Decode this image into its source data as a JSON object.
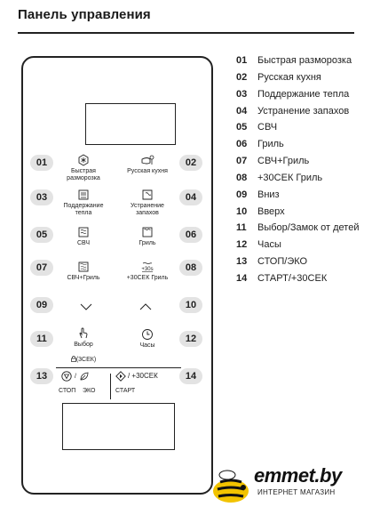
{
  "title": "Панель управления",
  "panel": {
    "buttons": [
      {
        "num": "01",
        "label": "Быстрая\nразморозка",
        "icon": "quick-defrost-icon"
      },
      {
        "num": "02",
        "label": "Русская кухня",
        "icon": "russian-cuisine-icon"
      },
      {
        "num": "03",
        "label": "Поддержание\nтепла",
        "icon": "keep-warm-icon"
      },
      {
        "num": "04",
        "label": "Устранение\nзапахов",
        "icon": "deodorize-icon"
      },
      {
        "num": "05",
        "label": "СВЧ",
        "icon": "microwave-icon"
      },
      {
        "num": "06",
        "label": "Гриль",
        "icon": "grill-icon"
      },
      {
        "num": "07",
        "label": "СВЧ+Гриль",
        "icon": "microwave-grill-icon"
      },
      {
        "num": "08",
        "label": "+30СЕК Гриль",
        "icon": "plus30-grill-icon"
      },
      {
        "num": "09",
        "label": "",
        "icon": "chevron-down-icon"
      },
      {
        "num": "10",
        "label": "",
        "icon": "chevron-up-icon"
      },
      {
        "num": "11",
        "label": "Выбор",
        "sublabel": "(3СЕК)",
        "icon": "dial-select-icon"
      },
      {
        "num": "12",
        "label": "Часы",
        "icon": "clock-icon"
      }
    ],
    "stop_num": "13",
    "start_num": "14",
    "stop_label": "СТОП",
    "eco_label": "ЭКО",
    "start_label": "СТАРТ",
    "plus30_label": "/ +30СЕК"
  },
  "legend": [
    {
      "num": "01",
      "text": "Быстрая разморозка"
    },
    {
      "num": "02",
      "text": "Русская кухня"
    },
    {
      "num": "03",
      "text": "Поддержание тепла"
    },
    {
      "num": "04",
      "text": "Устранение запахов"
    },
    {
      "num": "05",
      "text": "СВЧ"
    },
    {
      "num": "06",
      "text": "Гриль"
    },
    {
      "num": "07",
      "text": "СВЧ+Гриль"
    },
    {
      "num": "08",
      "text": "+30СЕК Гриль"
    },
    {
      "num": "09",
      "text": "Вниз"
    },
    {
      "num": "10",
      "text": "Вверх"
    },
    {
      "num": "11",
      "text": "Выбор/Замок от детей"
    },
    {
      "num": "12",
      "text": "Часы"
    },
    {
      "num": "13",
      "text": "СТОП/ЭКО"
    },
    {
      "num": "14",
      "text": "СТАРТ/+30СЕК"
    }
  ],
  "logo": {
    "brand": "emmet.by",
    "tagline": "ИНТЕРНЕТ МАГАЗИН"
  }
}
